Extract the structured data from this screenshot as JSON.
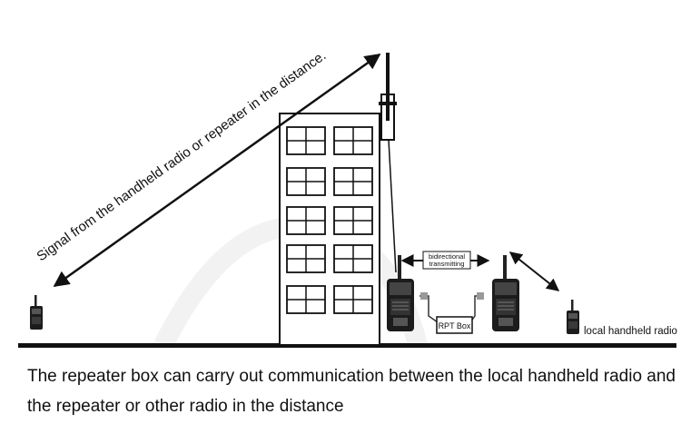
{
  "diagram": {
    "signal_label": "Signal from the handheld radio or repeater in the distance.",
    "bidirectional_label_line1": "bidirectional",
    "bidirectional_label_line2": "transmitting",
    "rpt_box_label": "RPT Box",
    "local_radio_label": "local handheld radio",
    "caption": "The repeater box can carry out communication between the local handheld radio and the repeater or other radio in the distance"
  }
}
